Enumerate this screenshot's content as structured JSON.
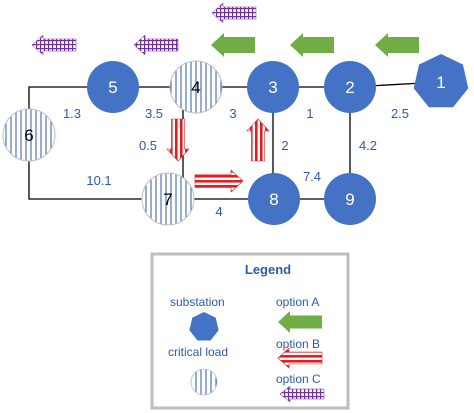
{
  "colors": {
    "node_fill": "#4472c4",
    "node_label": "#ffffff",
    "critical_label": "#000000",
    "edge": "#000000",
    "edge_label": "#2f5aa8",
    "option_a": "#70ad47",
    "option_b": "#e02020",
    "option_c": "#7030a0",
    "legend_border": "#bfbfbf",
    "legend_text": "#2f5aa8",
    "hatch": "#2f5aa8"
  },
  "nodes": [
    {
      "id": "1",
      "label": "1",
      "kind": "substation"
    },
    {
      "id": "2",
      "label": "2",
      "kind": "bus"
    },
    {
      "id": "3",
      "label": "3",
      "kind": "bus"
    },
    {
      "id": "4",
      "label": "4",
      "kind": "critical"
    },
    {
      "id": "5",
      "label": "5",
      "kind": "bus"
    },
    {
      "id": "6",
      "label": "6",
      "kind": "critical"
    },
    {
      "id": "7",
      "label": "7",
      "kind": "critical"
    },
    {
      "id": "8",
      "label": "8",
      "kind": "bus"
    },
    {
      "id": "9",
      "label": "9",
      "kind": "bus"
    }
  ],
  "edges": [
    {
      "from": "1",
      "to": "2",
      "label": "2.5"
    },
    {
      "from": "2",
      "to": "3",
      "label": "1"
    },
    {
      "from": "3",
      "to": "4",
      "label": "3"
    },
    {
      "from": "4",
      "to": "5",
      "label": "3.5"
    },
    {
      "from": "5",
      "to": "6",
      "label": "1.3"
    },
    {
      "from": "4",
      "to": "7",
      "label": "0.5"
    },
    {
      "from": "6",
      "to": "7",
      "label": "10.1"
    },
    {
      "from": "7",
      "to": "8",
      "label": "4"
    },
    {
      "from": "3",
      "to": "8",
      "label": "2"
    },
    {
      "from": "8",
      "to": "9",
      "label": "7.4"
    },
    {
      "from": "2",
      "to": "9",
      "label": "4.2"
    }
  ],
  "arrows": [
    {
      "option": "A",
      "direction": "left",
      "location": "above-bus-1-2"
    },
    {
      "option": "A",
      "direction": "left",
      "location": "above-bus-2-3"
    },
    {
      "option": "A",
      "direction": "left",
      "location": "above-bus-3-4"
    },
    {
      "option": "B",
      "direction": "down",
      "location": "line-4-7"
    },
    {
      "option": "B",
      "direction": "right",
      "location": "line-7-8"
    },
    {
      "option": "B",
      "direction": "up",
      "location": "line-3-8"
    },
    {
      "option": "C",
      "direction": "left",
      "location": "above-bus-5"
    },
    {
      "option": "C",
      "direction": "left",
      "location": "above-bus-4-5"
    },
    {
      "option": "C",
      "direction": "left",
      "location": "above-bus-4"
    }
  ],
  "legend": {
    "title": "Legend",
    "substation": "substation",
    "critical_load": "critical load",
    "option_a": "option A",
    "option_b": "option B",
    "option_c": "option C"
  }
}
